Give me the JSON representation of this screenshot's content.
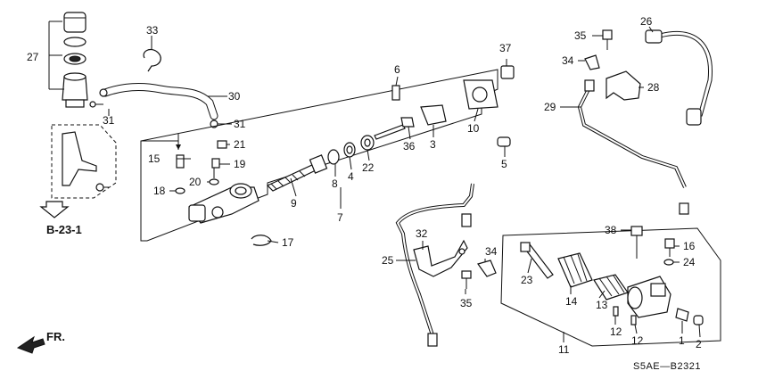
{
  "labels": {
    "p1": "1",
    "p2": "2",
    "p3": "3",
    "p4": "4",
    "p5": "5",
    "p6": "6",
    "p7": "7",
    "p8": "8",
    "p9": "9",
    "p10": "10",
    "p11": "11",
    "p12a": "12",
    "p12b": "12",
    "p13": "13",
    "p14": "14",
    "p15": "15",
    "p16": "16",
    "p17": "17",
    "p18": "18",
    "p19": "19",
    "p20": "20",
    "p21": "21",
    "p22": "22",
    "p23": "23",
    "p24": "24",
    "p25": "25",
    "p26": "26",
    "p27": "27",
    "p28": "28",
    "p29": "29",
    "p30": "30",
    "p31a": "31",
    "p31b": "31",
    "p32": "32",
    "p33": "33",
    "p34a": "34",
    "p34b": "34",
    "p35a": "35",
    "p35b": "35",
    "p36": "36",
    "p37": "37",
    "p38": "38"
  },
  "ref": "B-23-1",
  "direction": "FR.",
  "code": "S5AE—B2321"
}
